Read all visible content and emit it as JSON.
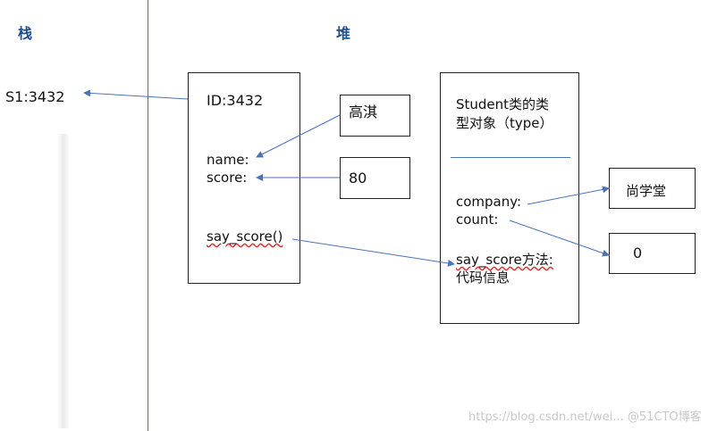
{
  "headers": {
    "stack": "栈",
    "heap": "堆"
  },
  "stack": {
    "var": "S1:3432"
  },
  "object": {
    "id": "ID:3432",
    "name": "name:",
    "score": "score:",
    "method": "say_score()"
  },
  "values": {
    "name": "高淇",
    "score": "80",
    "company": "尚学堂",
    "count": "0"
  },
  "type_object": {
    "title_line1": "Student类的类",
    "title_line2": "型对象（type）",
    "company": "company:",
    "count": "count:",
    "method_line1": "say_score方法:",
    "method_line2": "代码信息"
  },
  "watermark": "https://blog.csdn.net/wei... @51CTO博客",
  "colors": {
    "line": "#4a72b8",
    "header": "#1f4e8c"
  }
}
